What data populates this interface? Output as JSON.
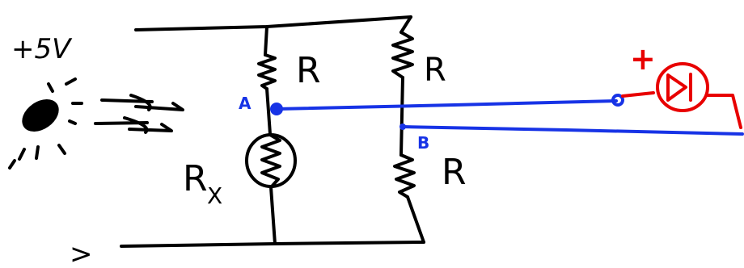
{
  "supply": {
    "label": "+5V"
  },
  "resistors": {
    "r_left_top": "R",
    "r_right_top": "R",
    "r_right_bottom": "R",
    "rx_label": "R",
    "rx_subscript": "X"
  },
  "nodes": {
    "a": "A",
    "b": "B"
  },
  "meter": {
    "polarity": "+"
  },
  "bottom": {
    "mark": ">"
  },
  "colors": {
    "ink": "#000000",
    "wire_blue": "#1733e6",
    "meter_red": "#e80000",
    "background": "#ffffff"
  },
  "icons": {
    "light_source": "sun-icon",
    "light_rays": "arrow-icon",
    "photoresistor": "photoresistor-icon",
    "meter": "diode-meter-icon"
  }
}
